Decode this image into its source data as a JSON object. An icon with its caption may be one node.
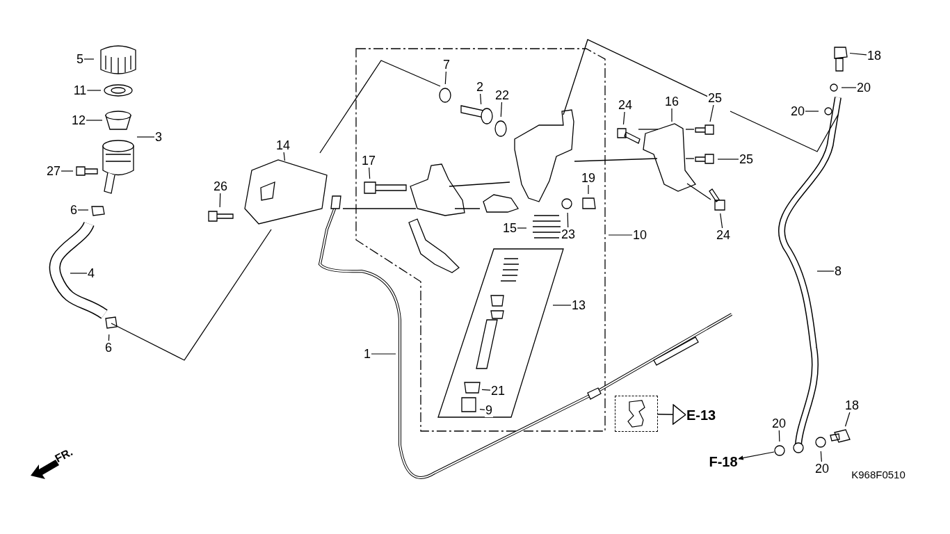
{
  "diagram": {
    "nodes": [
      {
        "text": [
          "5"
        ]
      },
      {
        "text": [
          "11"
        ]
      },
      {
        "text": [
          "12"
        ]
      },
      {
        "text": [
          "3"
        ]
      },
      {
        "text": [
          "27"
        ]
      },
      {
        "text": [
          "6"
        ]
      },
      {
        "text": [
          "4"
        ]
      },
      {
        "text": [
          "6"
        ]
      },
      {
        "text": [
          "14"
        ]
      },
      {
        "text": [
          "26"
        ]
      },
      {
        "text": [
          "7"
        ]
      },
      {
        "text": [
          "2"
        ]
      },
      {
        "text": [
          "22"
        ]
      },
      {
        "text": [
          "17"
        ]
      },
      {
        "text": [
          "24"
        ]
      },
      {
        "text": [
          "16"
        ]
      },
      {
        "text": [
          "25"
        ]
      },
      {
        "text": [
          "25"
        ]
      },
      {
        "text": [
          "24"
        ]
      },
      {
        "text": [
          "19"
        ]
      },
      {
        "text": [
          "23"
        ]
      },
      {
        "text": [
          "15"
        ]
      },
      {
        "text": [
          "10"
        ]
      },
      {
        "text": [
          "13"
        ]
      },
      {
        "text": [
          "1"
        ]
      },
      {
        "text": [
          "21"
        ]
      },
      {
        "text": [
          "9"
        ]
      },
      {
        "text": [
          "18"
        ]
      },
      {
        "text": [
          "20"
        ]
      },
      {
        "text": [
          "20"
        ]
      },
      {
        "text": [
          "8"
        ]
      },
      {
        "text": [
          "20"
        ]
      },
      {
        "text": [
          "18"
        ]
      },
      {
        "text": [
          "20"
        ]
      },
      {
        "text": [],
        "shape": "box"
      },
      {
        "text": [
          "E-13"
        ]
      },
      {
        "text": [
          "F-18"
        ]
      }
    ],
    "edges": [
      {
        "from": 0,
        "to": null,
        "arrow": "none"
      },
      {
        "from": 1,
        "to": null,
        "arrow": "none"
      },
      {
        "from": 2,
        "to": null,
        "arrow": "none"
      },
      {
        "from": 3,
        "to": null,
        "arrow": "none"
      },
      {
        "from": 4,
        "to": null,
        "arrow": "none"
      },
      {
        "from": 5,
        "to": null,
        "arrow": "none"
      },
      {
        "from": 6,
        "to": null,
        "arrow": "none"
      },
      {
        "from": 7,
        "to": null,
        "arrow": "none"
      },
      {
        "from": 8,
        "to": null,
        "arrow": "none"
      },
      {
        "from": 9,
        "to": null,
        "arrow": "none"
      },
      {
        "from": 10,
        "to": null,
        "arrow": "none"
      },
      {
        "from": 11,
        "to": null,
        "arrow": "none"
      },
      {
        "from": 12,
        "to": null,
        "arrow": "none"
      },
      {
        "from": 13,
        "to": null,
        "arrow": "none"
      },
      {
        "from": 14,
        "to": null,
        "arrow": "none"
      },
      {
        "from": 15,
        "to": null,
        "arrow": "none"
      },
      {
        "from": 16,
        "to": null,
        "arrow": "none"
      },
      {
        "from": 17,
        "to": null,
        "arrow": "none"
      },
      {
        "from": 18,
        "to": null,
        "arrow": "none"
      },
      {
        "from": 19,
        "to": null,
        "arrow": "none"
      },
      {
        "from": 20,
        "to": null,
        "arrow": "none"
      },
      {
        "from": 21,
        "to": null,
        "arrow": "none"
      },
      {
        "from": 22,
        "to": null,
        "arrow": "none"
      },
      {
        "from": 23,
        "to": null,
        "arrow": "none"
      },
      {
        "from": 24,
        "to": null,
        "arrow": "none"
      },
      {
        "from": 25,
        "to": null,
        "arrow": "none"
      },
      {
        "from": 26,
        "to": null,
        "arrow": "none"
      },
      {
        "from": 27,
        "to": null,
        "arrow": "none"
      },
      {
        "from": 28,
        "to": null,
        "arrow": "none"
      },
      {
        "from": 29,
        "to": null,
        "arrow": "none"
      },
      {
        "from": 30,
        "to": null,
        "arrow": "none"
      },
      {
        "from": 31,
        "to": null,
        "arrow": "none"
      },
      {
        "from": 32,
        "to": null,
        "arrow": "none"
      },
      {
        "from": 33,
        "to": null,
        "arrow": "none"
      },
      {
        "from": 34,
        "to": 35,
        "arrow": "to"
      },
      {
        "from": null,
        "to": 36,
        "arrow": "to"
      }
    ],
    "labels": [
      "FR.",
      "K968F0510"
    ]
  }
}
